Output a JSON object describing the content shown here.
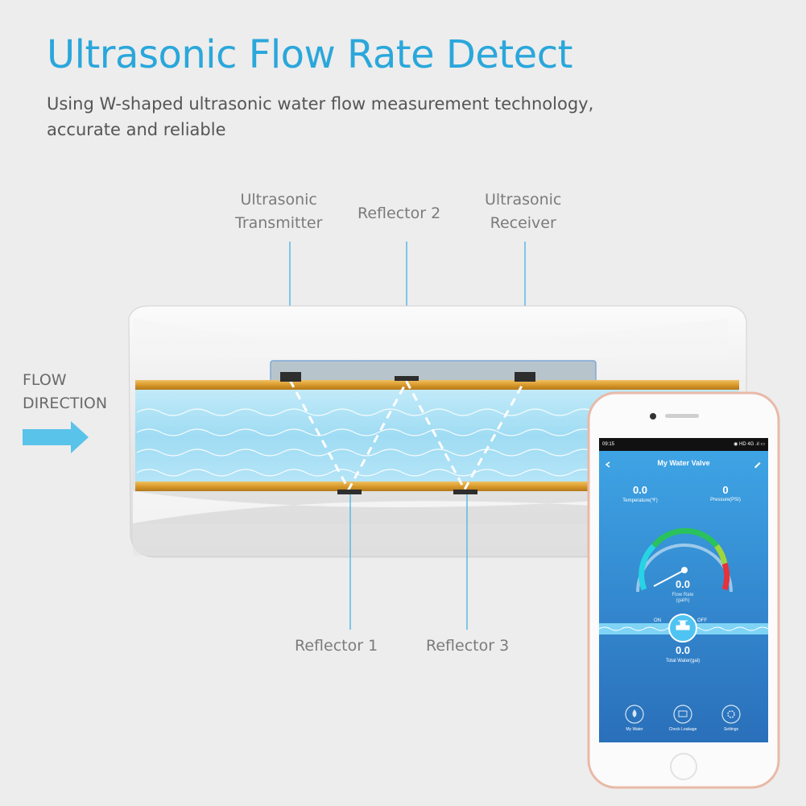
{
  "header": {
    "title": "Ultrasonic Flow Rate Detect",
    "subtitle_line1": "Using W-shaped ultrasonic water flow measurement technology,",
    "subtitle_line2": "accurate and reliable"
  },
  "diagram": {
    "labels": {
      "transmitter_line1": "Ultrasonic",
      "transmitter_line2": "Transmitter",
      "reflector2": "Reflector 2",
      "receiver_line1": "Ultrasonic",
      "receiver_line2": "Receiver",
      "reflector1": "Reflector 1",
      "reflector3": "Reflector 3",
      "flow_line1": "FLOW",
      "flow_line2": "DIRECTION"
    },
    "colors": {
      "accent": "#2aa7db",
      "pipe_water": "#9fdcf3",
      "pipe_wall": "#d99a2b",
      "arrow": "#5ac3ea"
    }
  },
  "phone": {
    "status_time": "09:15",
    "status_right": "◉ HD 4G .ıl ▭",
    "app_title": "My Water Valve",
    "temperature_value": "0.0",
    "temperature_label": "Temperature(℉)",
    "pressure_value": "0",
    "pressure_label": "Pressure(PSI)",
    "flow_value": "0.0",
    "flow_label": "Flow Rate",
    "flow_unit": "(gal/h)",
    "valve_on": "ON",
    "valve_off": "OFF",
    "total_value": "0.0",
    "total_label": "Total Water(gal)",
    "nav": [
      {
        "label": "My Water",
        "icon": "water-drop-icon"
      },
      {
        "label": "Check Leakage",
        "icon": "leak-check-icon"
      },
      {
        "label": "Settings",
        "icon": "gear-icon"
      }
    ]
  }
}
